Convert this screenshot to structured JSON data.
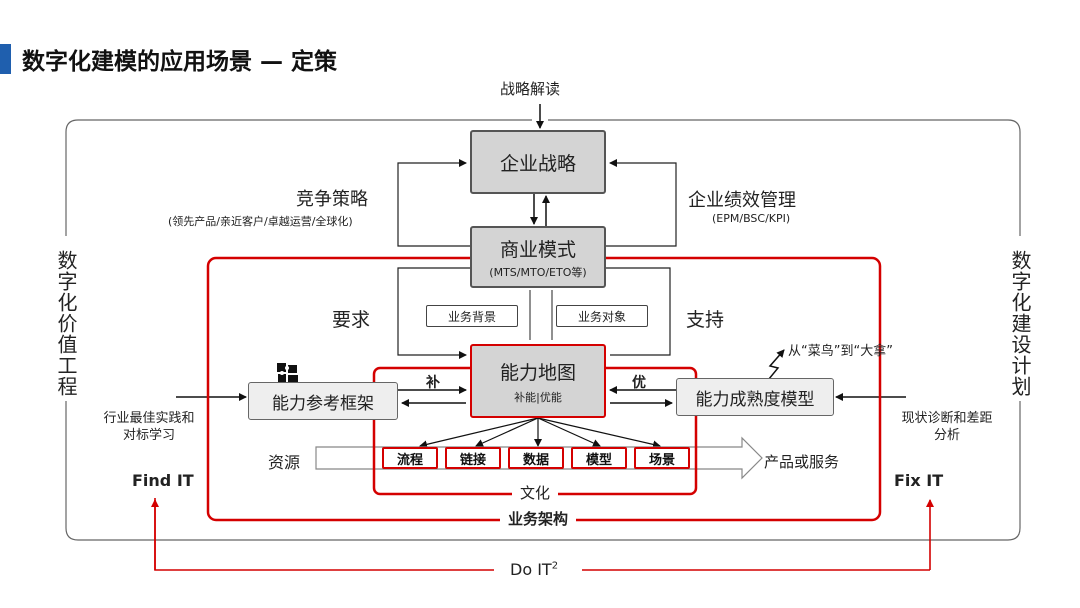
{
  "title": "数字化建模的应用场景 — 定策",
  "top_label": "战略解读",
  "left_vertical": "数字化价值工程",
  "right_vertical": "数字化建设计划",
  "strategy_box": "企业战略",
  "competition": {
    "title": "竞争策略",
    "sub": "(领先产品/亲近客户/卓越运营/全球化)"
  },
  "performance": {
    "title": "企业绩效管理",
    "sub": "(EPM/BSC/KPI)"
  },
  "business_model": {
    "title": "商业模式",
    "sub": "(MTS/MTO/ETO等)"
  },
  "requirement": "要求",
  "support": "支持",
  "biz_background": "业务背景",
  "biz_object": "业务对象",
  "capability_map": {
    "title": "能力地图",
    "sub": "补能|优能"
  },
  "supplement": "补",
  "optimize": "优",
  "ref_framework": "能力参考框架",
  "maturity_model": "能力成熟度模型",
  "rookie_to_master": "从“菜鸟”到“大拿”",
  "best_practice": "行业最佳实践和\n对标学习",
  "diagnosis": "现状诊断和差距\n分析",
  "find_it": "Find IT",
  "fix_it": "Fix IT",
  "resources": "资源",
  "products": "产品或服务",
  "culture": "文化",
  "biz_arch": "业务架构",
  "do_it": "Do IT",
  "do_it_sup": "2",
  "elements": [
    "流程",
    "链接",
    "数据",
    "模型",
    "场景"
  ]
}
